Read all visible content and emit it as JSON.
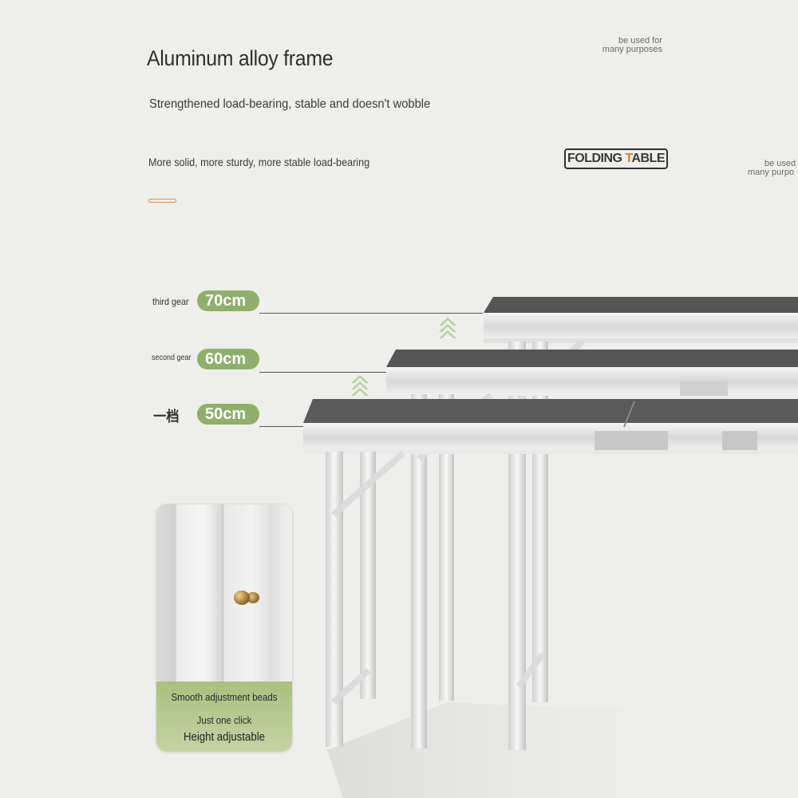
{
  "header": {
    "title": "Aluminum alloy frame",
    "subtitle": "Strengthened load-bearing, stable and doesn't wobble",
    "tagline": "More solid, more sturdy, more stable load-bearing",
    "used_for_line1": "be used for",
    "used_for_line2": "many purposes",
    "used_for_partial_line1": "be used",
    "used_for_partial_line2": "many purpo"
  },
  "badge": {
    "text_pre": "FOLDING ",
    "text_accent": "T",
    "text_post": "ABLE"
  },
  "colors": {
    "background": "#eeeeea",
    "accent_orange": "#e07a30",
    "pill_green": "#8faf6a",
    "callout_green": "#a9c07f"
  },
  "gears": [
    {
      "label": "third gear",
      "height": "70cm"
    },
    {
      "label": "second gear",
      "height": "60cm"
    },
    {
      "label": "一档",
      "height": "50cm"
    }
  ],
  "callout": {
    "line1": "Smooth adjustment beads",
    "line2": "Just one click",
    "line3": "Height adjustable"
  },
  "icons": {
    "up_arrow": "double-chevron-up-icon"
  }
}
